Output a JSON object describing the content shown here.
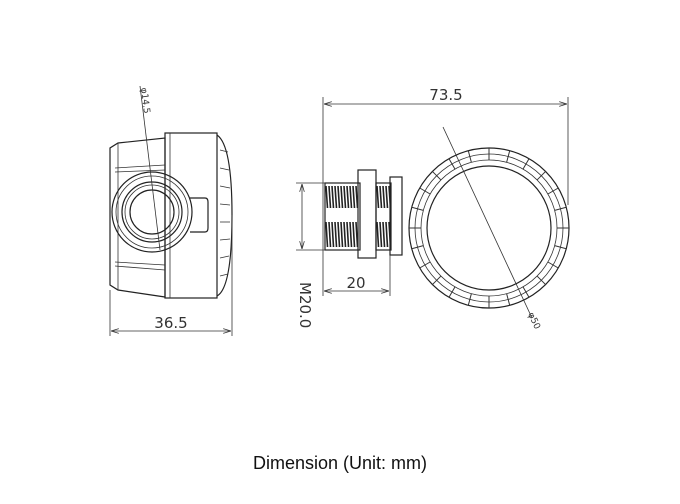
{
  "dimensions": {
    "width_side": "36.5",
    "hole_diameter": "φ14.5",
    "total_length": "73.5",
    "thread_length": "20",
    "thread_size": "M20.0",
    "ring_diameter": "φ50"
  },
  "caption": "Dimension (Unit: mm)"
}
